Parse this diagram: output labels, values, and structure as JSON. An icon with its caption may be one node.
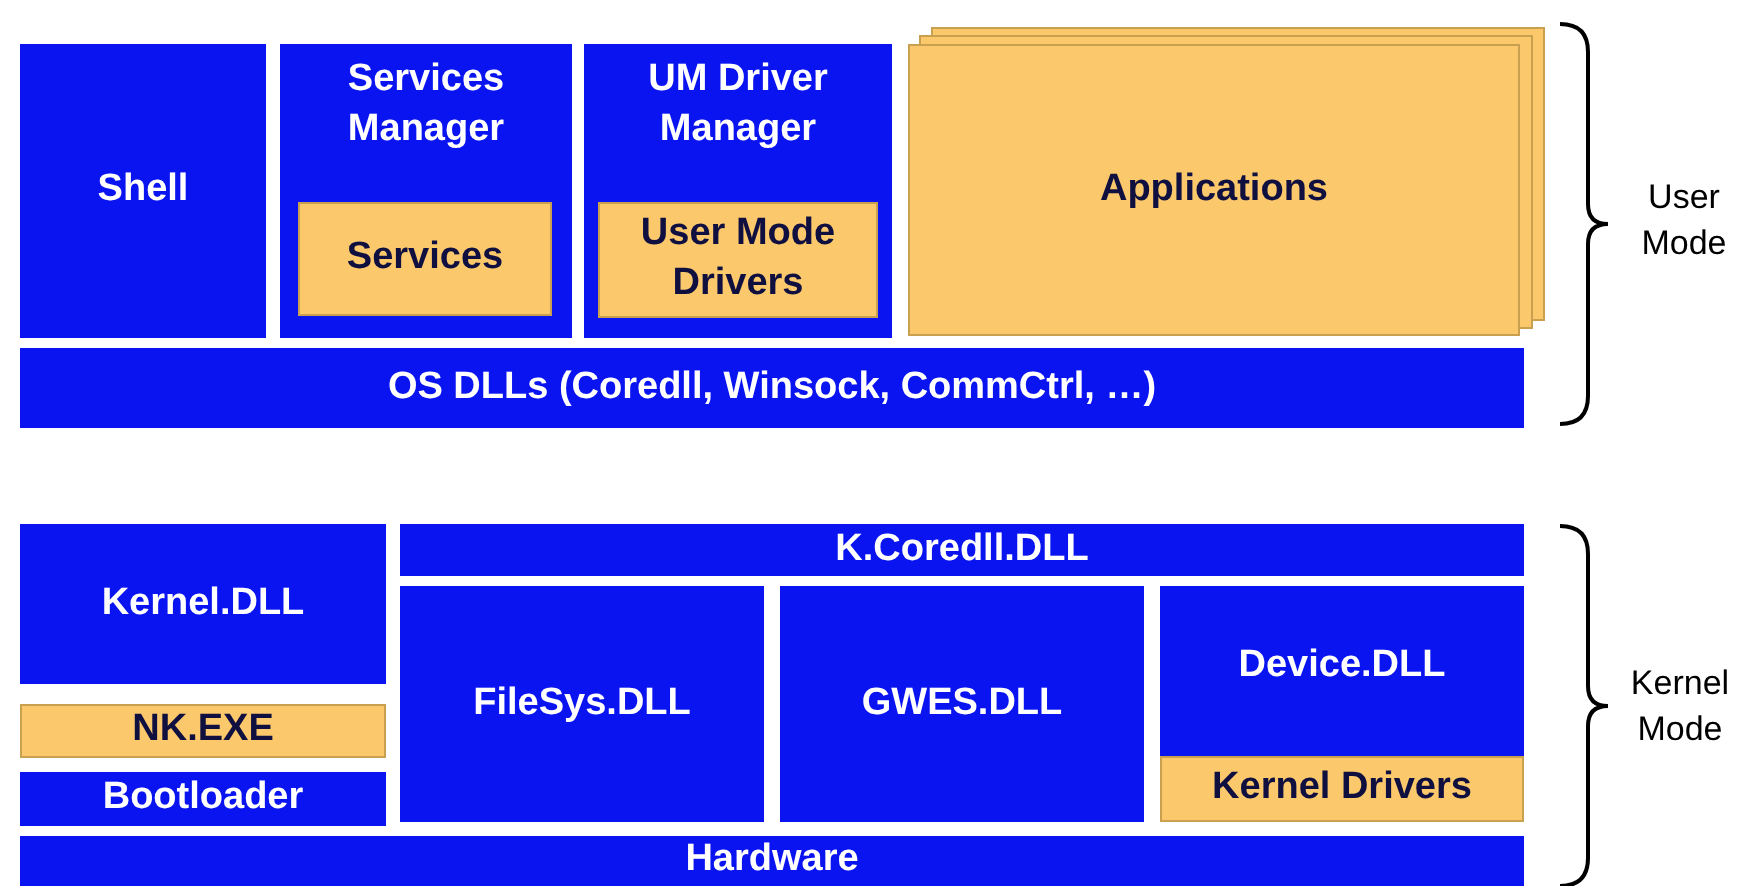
{
  "diagram": {
    "nodes": [
      {
        "text": [
          "Shell"
        ]
      },
      {
        "text": [
          "Services Manager"
        ]
      },
      {
        "text": [
          "Services"
        ],
        "in": 1
      },
      {
        "text": [
          "UM Driver Manager"
        ]
      },
      {
        "text": [
          "User Mode Drivers"
        ],
        "in": 3
      },
      {
        "text": [
          "Applications"
        ]
      },
      {
        "text": [
          "OS DLLs (Coredll, Winsock, CommCtrl, …)"
        ]
      },
      {
        "text": [
          "Kernel.DLL"
        ]
      },
      {
        "text": [
          "NK.EXE"
        ]
      },
      {
        "text": [
          "Bootloader"
        ]
      },
      {
        "text": [
          "K.Coredll.DLL"
        ]
      },
      {
        "text": [
          "FileSys.DLL"
        ]
      },
      {
        "text": [
          "GWES.DLL"
        ]
      },
      {
        "text": [
          "Device.DLL"
        ]
      },
      {
        "text": [
          "Kernel Drivers"
        ],
        "in": 13
      },
      {
        "text": [
          "Hardware"
        ]
      }
    ],
    "edges": [],
    "labels": [
      "User Mode",
      "Kernel Mode"
    ]
  }
}
